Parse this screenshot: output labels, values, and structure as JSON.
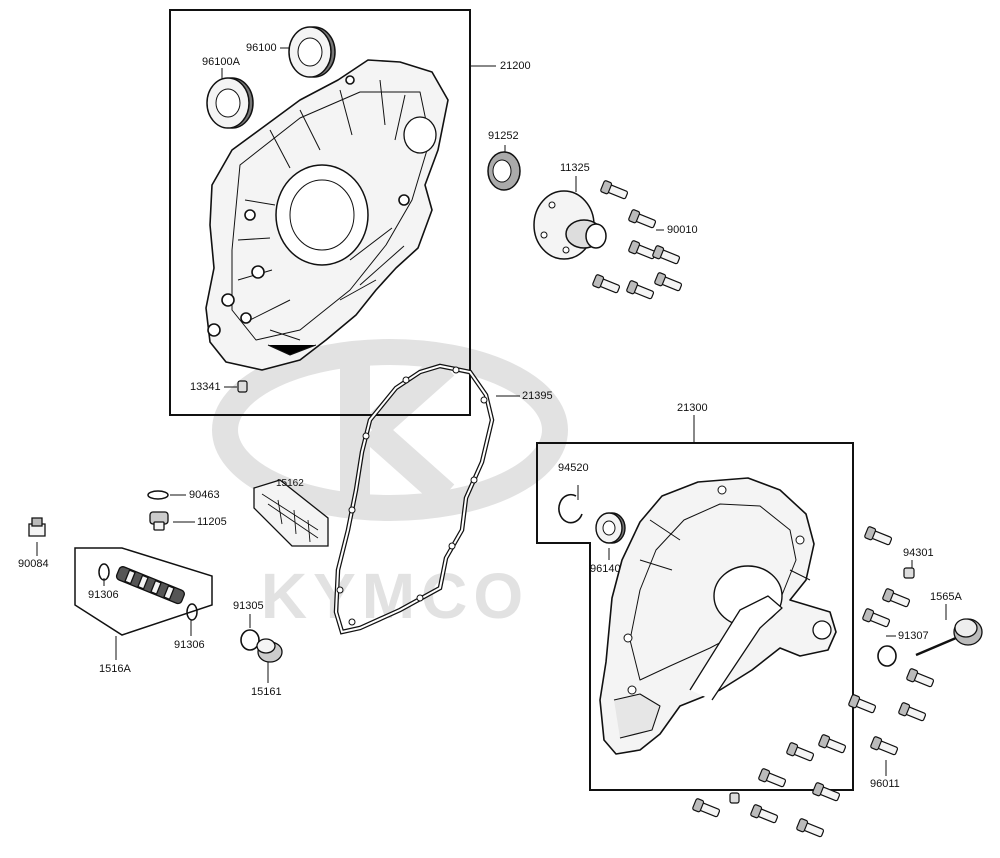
{
  "watermark": {
    "brand": "KYMCO",
    "color": "#e2e2e2"
  },
  "colors": {
    "line": "#111111",
    "part_fill": "#f4f4f4",
    "part_shade": "#8a8a8a"
  },
  "parts": {
    "p96100": "96100",
    "p96100A": "96100A",
    "p21200": "21200",
    "p91252": "91252",
    "p11325": "11325",
    "p90010": "90010",
    "p13341": "13341",
    "p21395": "21395",
    "p21300": "21300",
    "p94520": "94520",
    "p96140": "96140",
    "p90463": "90463",
    "p11205": "11205",
    "p15162": "15162",
    "p90084": "90084",
    "p91306a": "91306",
    "p91306b": "91306",
    "p1516A": "1516A",
    "p91305": "91305",
    "p15161": "15161",
    "p94301": "94301",
    "p1565A": "1565A",
    "p91307": "91307",
    "p96011": "96011"
  }
}
